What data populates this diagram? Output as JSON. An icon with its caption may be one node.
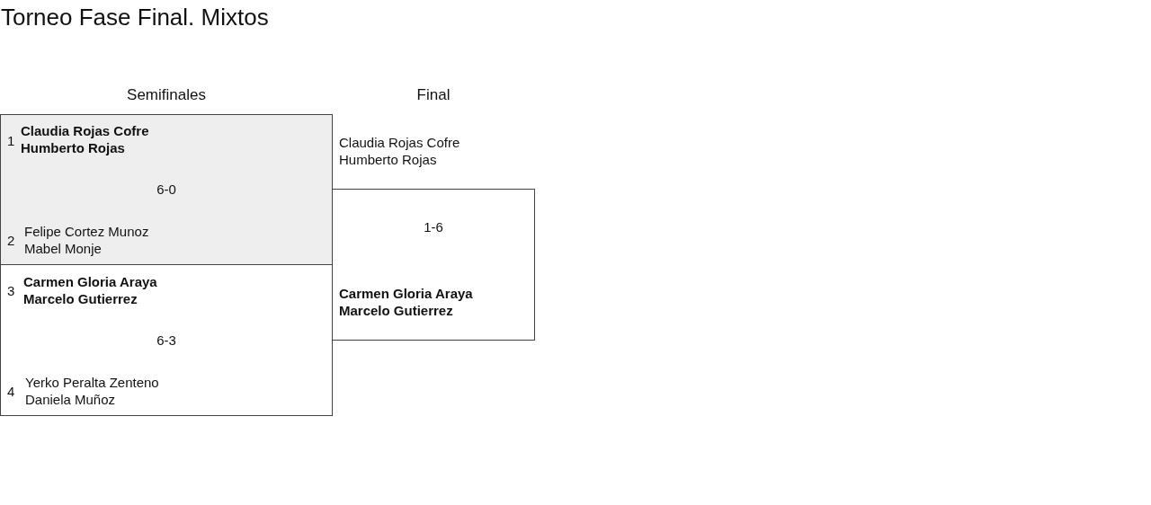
{
  "diagram": {
    "title": "Torneo Fase Final. Mixtos",
    "nodes": [
      {
        "text": [
          "1",
          "Claudia Rojas Cofre",
          "Humberto Rojas",
          "6-0",
          "2",
          "Felipe Cortez Munoz",
          "Mabel Monje"
        ]
      },
      {
        "text": [
          "3",
          "Carmen Gloria Araya",
          "Marcelo Gutierrez",
          "6-3",
          "4",
          "Yerko Peralta Zenteno",
          "Daniela Muñoz"
        ]
      },
      {
        "text": [
          "Claudia Rojas Cofre",
          "Humberto Rojas",
          "1-6",
          "Carmen Gloria Araya",
          "Marcelo Gutierrez"
        ]
      }
    ],
    "edges": [],
    "labels": [
      "Semifinales",
      "Final"
    ]
  }
}
